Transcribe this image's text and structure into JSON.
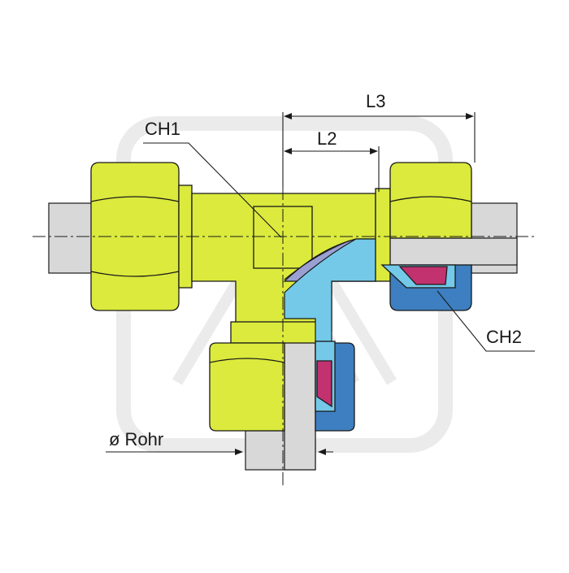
{
  "labels": {
    "ch1": "CH1",
    "ch2": "CH2",
    "l2": "L2",
    "l3": "L3",
    "tube": "ø Rohr"
  },
  "colors": {
    "body": "#dbea3c",
    "section_light": "#74c9e8",
    "section_dark": "#3d7fc0",
    "section_purple": "#9aa0d2",
    "seal": "#c2326e",
    "tube": "#d8d8d8",
    "watermark": "#ebebeb",
    "line": "#1a1a1a"
  },
  "icons": {
    "watermark": "logo-watermark-icon"
  }
}
